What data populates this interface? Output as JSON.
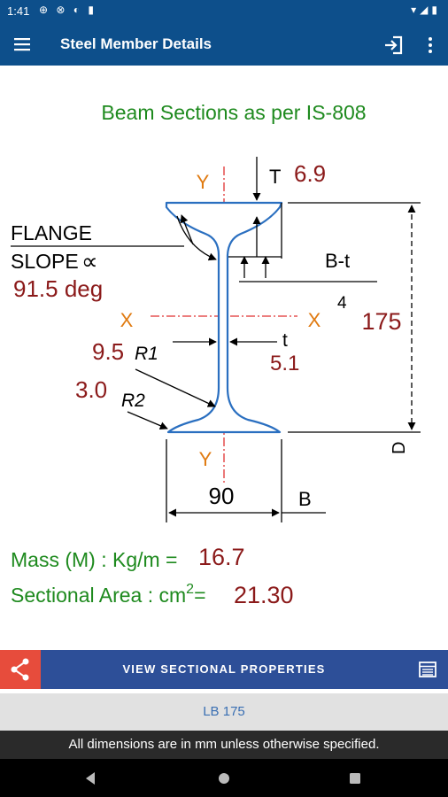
{
  "status_bar": {
    "time": "1:41",
    "left_icons": "⊕ ⊗ ◐ ▮",
    "right_icons": "▾◢▮"
  },
  "app_bar": {
    "title": "Steel Member Details"
  },
  "diagram": {
    "heading": "Beam Sections as per IS-808",
    "axis_label": "Y",
    "axis_x": "X",
    "flange_label_1": "FLANGE",
    "flange_label_2": "SLOPE",
    "alpha_symbol": "∝",
    "flange_slope": "91.5 deg",
    "T_label": "T",
    "T_value": "6.9",
    "bt_label": "B-t",
    "bt_superscript": "4",
    "depth_value": "175",
    "D_label": "D",
    "t_label": "t",
    "t_value": "5.1",
    "R1_value": "9.5",
    "R1_label": "R1",
    "R2_value": "3.0",
    "R2_label": "R2",
    "B_value": "90",
    "B_label": "B",
    "mass_label": "Mass (M) : Kg/m =",
    "mass_value": "16.7",
    "area_label": "Sectional Area : cm",
    "area_superscript": "2",
    "area_equals": "=",
    "area_value": "21.30"
  },
  "actions": {
    "view_properties": "VIEW SECTIONAL PROPERTIES",
    "section_name": "LB 175"
  },
  "footer": {
    "note": "All dimensions are in mm unless otherwise specified."
  },
  "colors": {
    "primary": "#0d4f8b",
    "green": "#1e8a1e",
    "dark_red": "#8b1a1a",
    "orange": "#e07a10",
    "share": "#e74c3c",
    "props_bar": "#2d4f98"
  }
}
